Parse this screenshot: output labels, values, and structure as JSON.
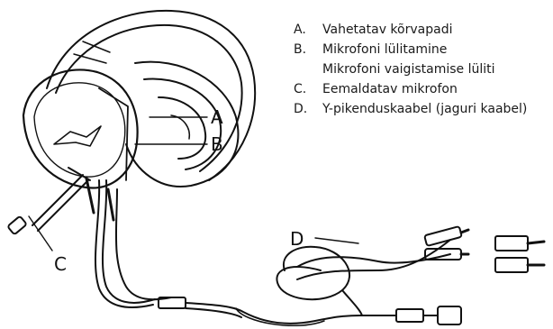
{
  "callouts": {
    "a": "A",
    "b": "B",
    "c": "C",
    "d": "D"
  },
  "legend": [
    {
      "letter": "A.",
      "lines": [
        "Vahetatav kõrvapadi"
      ]
    },
    {
      "letter": "B.",
      "lines": [
        "Mikrofoni lülitamine",
        "Mikrofoni vaigistamise lüliti"
      ]
    },
    {
      "letter": "C.",
      "lines": [
        "Eemaldatav mikrofon"
      ]
    },
    {
      "letter": "D.",
      "lines": [
        "Y-pikenduskaabel (jaguri kaabel)"
      ]
    }
  ]
}
